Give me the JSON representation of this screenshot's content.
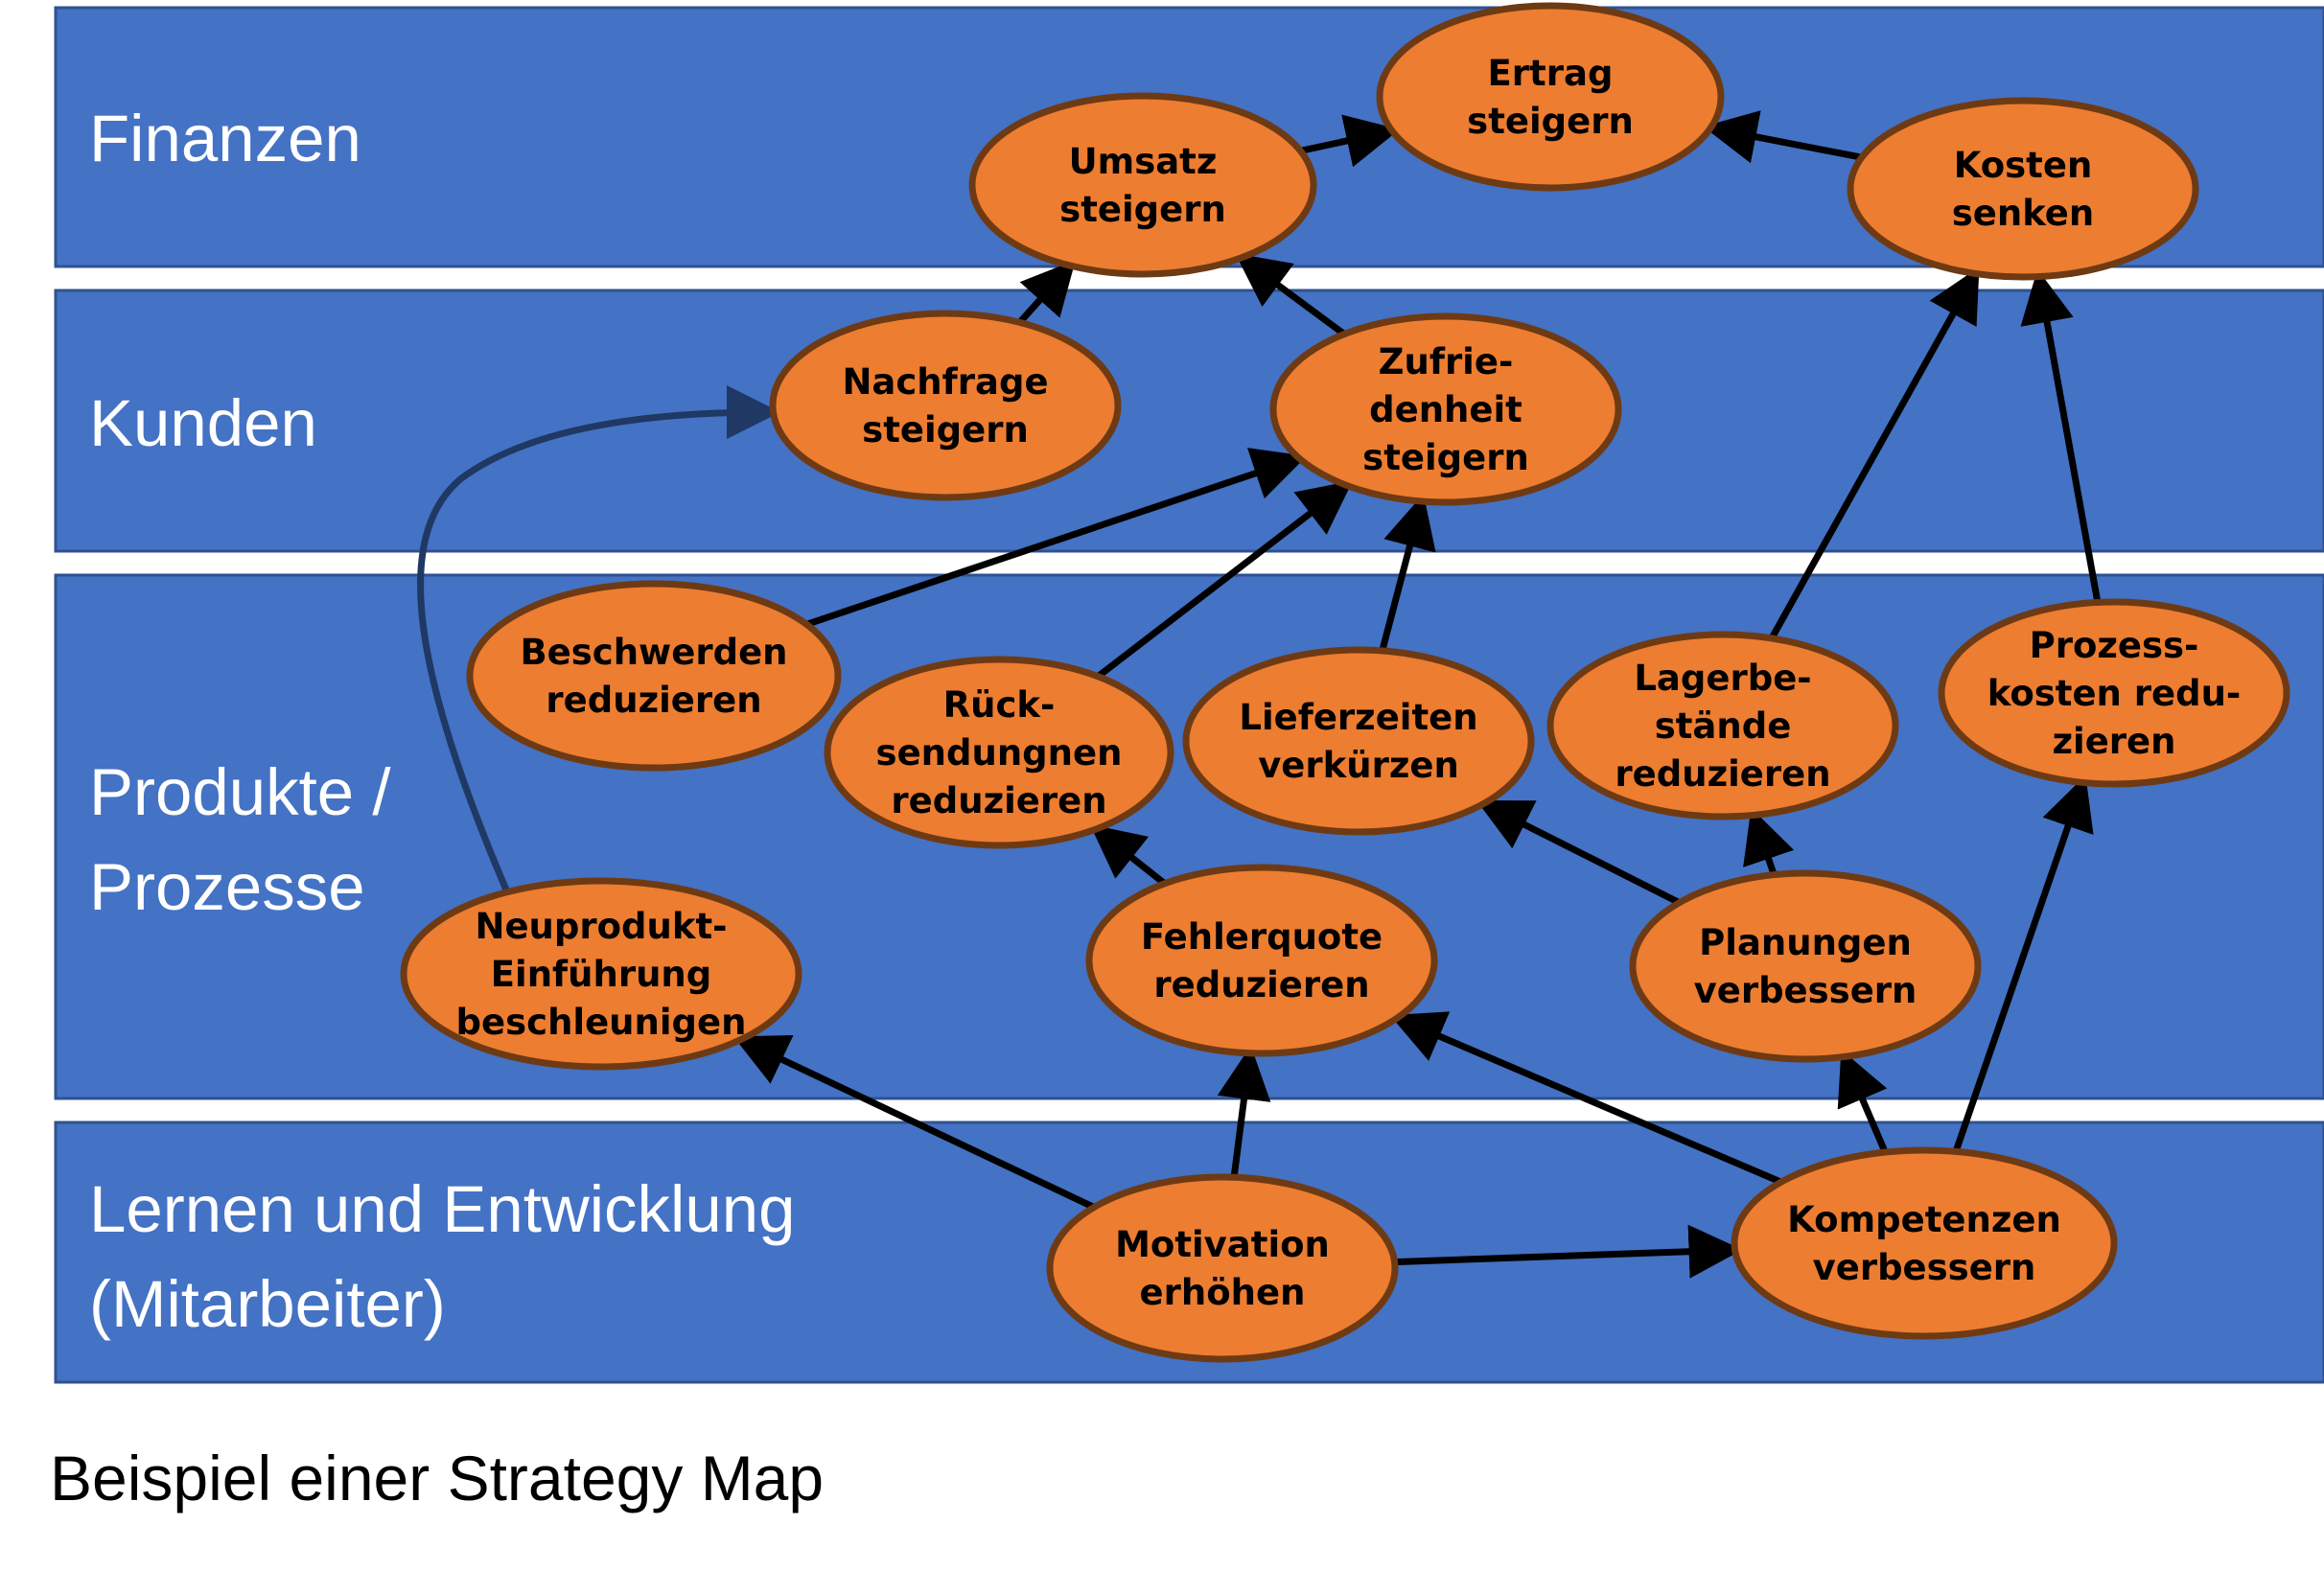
{
  "caption": "Beispiel einer Strategy Map",
  "colors": {
    "band_fill": "#4472c4",
    "node_fill": "#ed7d31",
    "node_border": "#6e3a14",
    "arrow": "#000000",
    "curved_arrow": "#1f3864"
  },
  "perspectives": [
    {
      "id": "finanzen",
      "lines": [
        "Finanzen"
      ]
    },
    {
      "id": "kunden",
      "lines": [
        "Kunden"
      ]
    },
    {
      "id": "prozesse",
      "lines": [
        "Produkte /",
        "Prozesse"
      ]
    },
    {
      "id": "lernen",
      "lines": [
        "Lernen und Entwicklung",
        "(Mitarbeiter)"
      ]
    }
  ],
  "objectives": [
    {
      "id": "ertrag",
      "perspective": "finanzen",
      "lines": [
        "Ertrag",
        "steigern"
      ]
    },
    {
      "id": "umsatz",
      "perspective": "finanzen",
      "lines": [
        "Umsatz",
        "steigern"
      ]
    },
    {
      "id": "kosten",
      "perspective": "finanzen",
      "lines": [
        "Kosten",
        "senken"
      ]
    },
    {
      "id": "nachfrage",
      "perspective": "kunden",
      "lines": [
        "Nachfrage",
        "steigern"
      ]
    },
    {
      "id": "zufriedenheit",
      "perspective": "kunden",
      "lines": [
        "Zufrie-",
        "denheit",
        "steigern"
      ]
    },
    {
      "id": "beschwerden",
      "perspective": "prozesse",
      "lines": [
        "Beschwerden",
        "reduzieren"
      ]
    },
    {
      "id": "ruecksendungen",
      "perspective": "prozesse",
      "lines": [
        "Rück-",
        "sendungnen",
        "reduzieren"
      ]
    },
    {
      "id": "lieferzeiten",
      "perspective": "prozesse",
      "lines": [
        "Lieferzeiten",
        "verkürzen"
      ]
    },
    {
      "id": "lager",
      "perspective": "prozesse",
      "lines": [
        "Lagerbe-",
        "stände",
        "reduzieren"
      ]
    },
    {
      "id": "prozesskosten",
      "perspective": "prozesse",
      "lines": [
        "Prozess-",
        "kosten redu-",
        "zieren"
      ]
    },
    {
      "id": "neuprodukt",
      "perspective": "prozesse",
      "lines": [
        "Neuprodukt-",
        "Einführung",
        "beschleunigen"
      ]
    },
    {
      "id": "fehlerquote",
      "perspective": "prozesse",
      "lines": [
        "Fehlerquote",
        "reduzieren"
      ]
    },
    {
      "id": "planungen",
      "perspective": "prozesse",
      "lines": [
        "Planungen",
        "verbessern"
      ]
    },
    {
      "id": "motivation",
      "perspective": "lernen",
      "lines": [
        "Motivation",
        "erhöhen"
      ]
    },
    {
      "id": "kompetenzen",
      "perspective": "lernen",
      "lines": [
        "Kompetenzen",
        "verbessern"
      ]
    }
  ],
  "links": [
    {
      "from": "umsatz",
      "to": "ertrag"
    },
    {
      "from": "kosten",
      "to": "ertrag"
    },
    {
      "from": "nachfrage",
      "to": "umsatz"
    },
    {
      "from": "zufriedenheit",
      "to": "umsatz"
    },
    {
      "from": "beschwerden",
      "to": "zufriedenheit"
    },
    {
      "from": "ruecksendungen",
      "to": "zufriedenheit"
    },
    {
      "from": "lieferzeiten",
      "to": "zufriedenheit"
    },
    {
      "from": "lager",
      "to": "kosten"
    },
    {
      "from": "prozesskosten",
      "to": "kosten"
    },
    {
      "from": "neuprodukt",
      "to": "nachfrage",
      "curved": true
    },
    {
      "from": "fehlerquote",
      "to": "ruecksendungen"
    },
    {
      "from": "planungen",
      "to": "lieferzeiten"
    },
    {
      "from": "planungen",
      "to": "lager"
    },
    {
      "from": "motivation",
      "to": "neuprodukt"
    },
    {
      "from": "motivation",
      "to": "fehlerquote"
    },
    {
      "from": "motivation",
      "to": "kompetenzen"
    },
    {
      "from": "kompetenzen",
      "to": "fehlerquote"
    },
    {
      "from": "kompetenzen",
      "to": "planungen"
    },
    {
      "from": "kompetenzen",
      "to": "prozesskosten"
    }
  ]
}
